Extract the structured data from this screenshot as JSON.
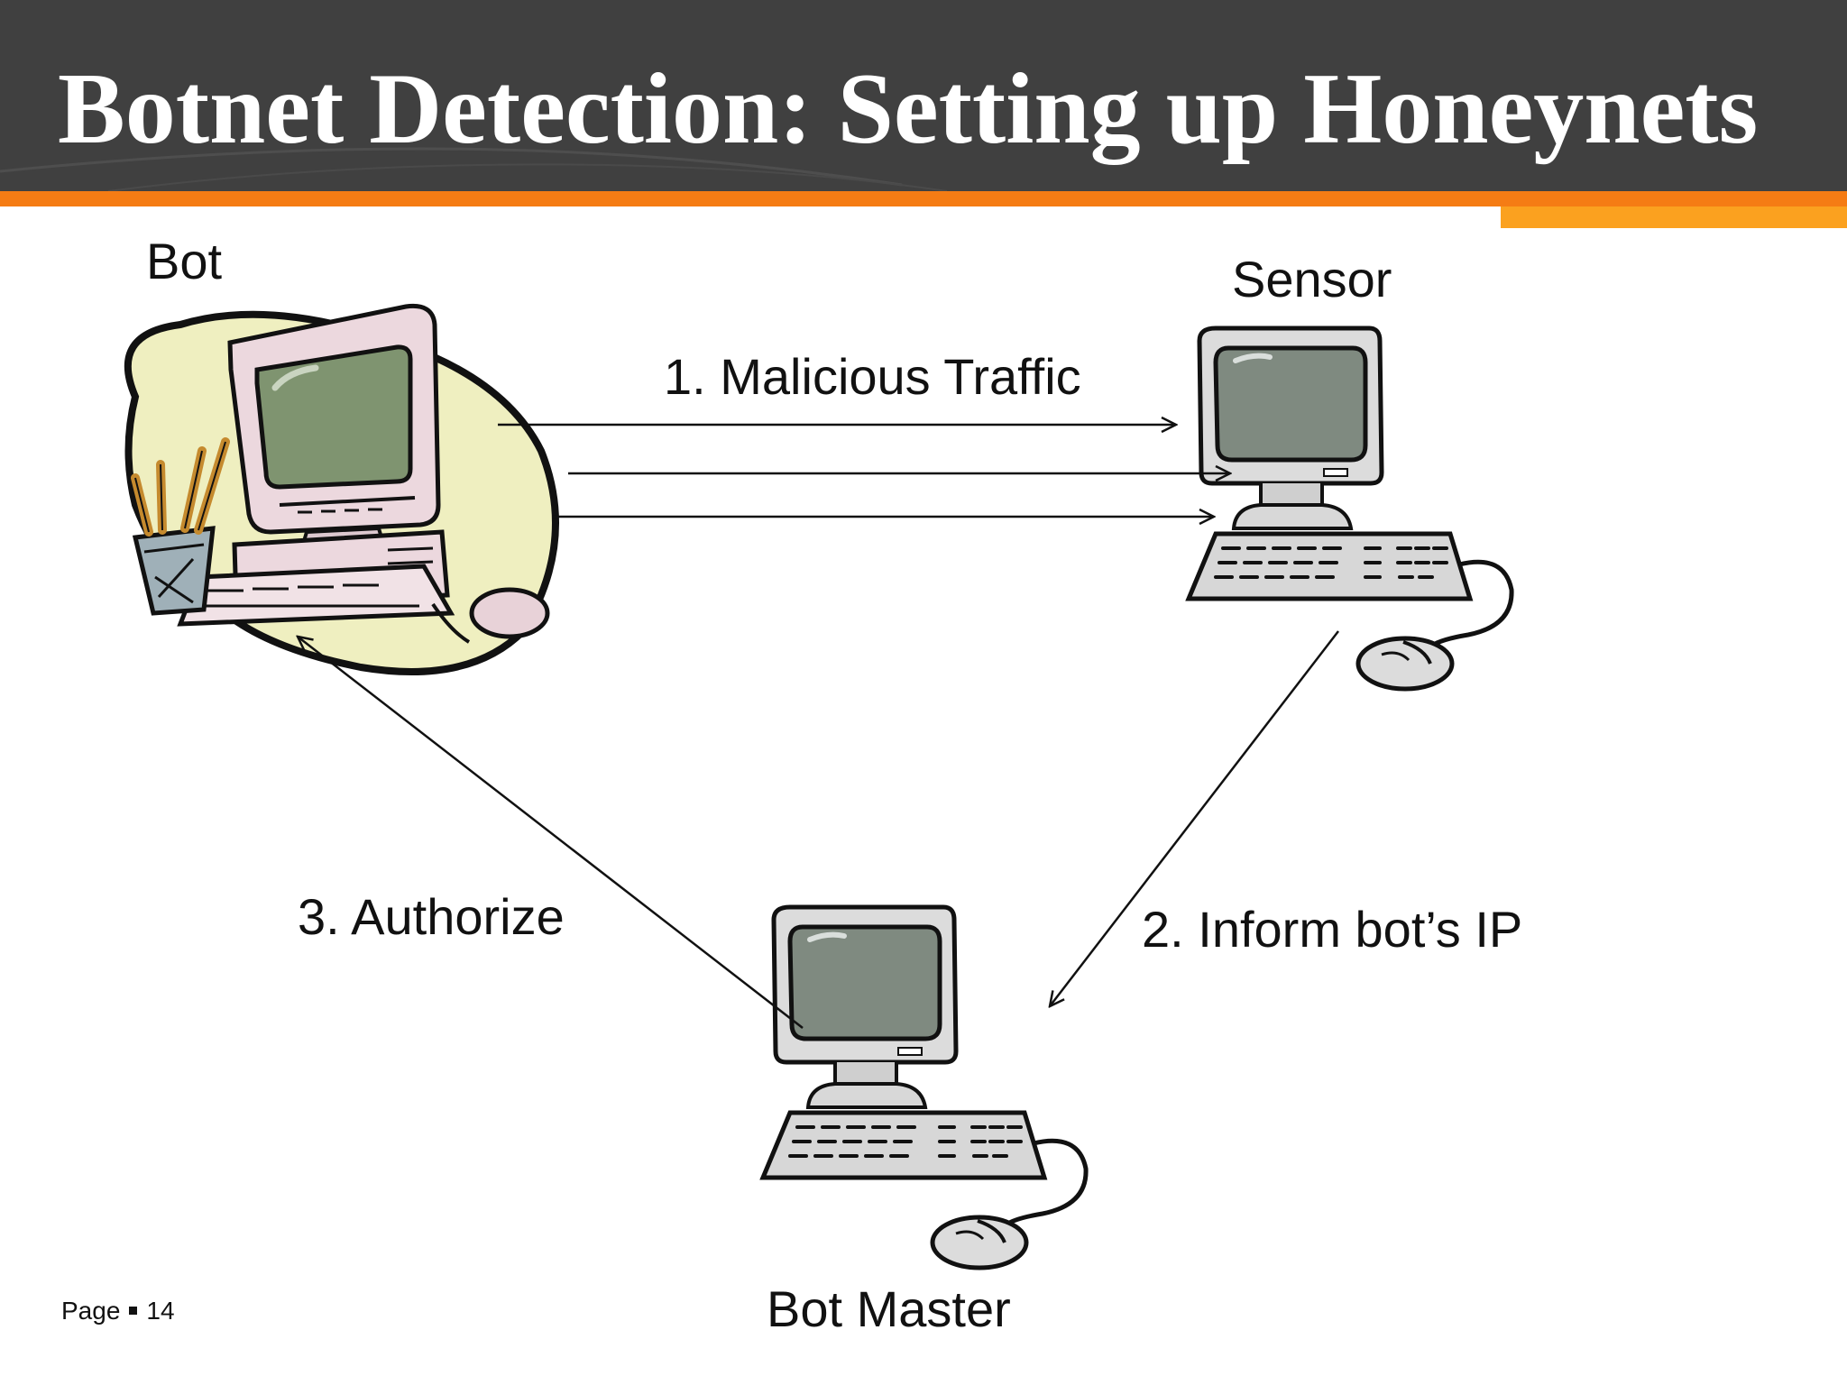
{
  "slide": {
    "title": "Botnet Detection: Setting up Honeynets",
    "page_label": "Page",
    "page_number": "14"
  },
  "nodes": {
    "bot": {
      "label": "Bot",
      "icon": "desktop-computer-icon"
    },
    "sensor": {
      "label": "Sensor",
      "icon": "desktop-computer-icon"
    },
    "bot_master": {
      "label": "Bot Master",
      "icon": "desktop-computer-icon"
    }
  },
  "edges": [
    {
      "from": "Bot",
      "to": "Sensor",
      "label": "1. Malicious Traffic"
    },
    {
      "from": "Sensor",
      "to": "Bot Master",
      "label": "2. Inform bot’s IP"
    },
    {
      "from": "Bot Master",
      "to": "Bot",
      "label": "3. Authorize"
    }
  ],
  "colors": {
    "header": "#404040",
    "accent": "#f57c14",
    "accent_light": "#fba11f",
    "title_text": "#ffffff"
  }
}
